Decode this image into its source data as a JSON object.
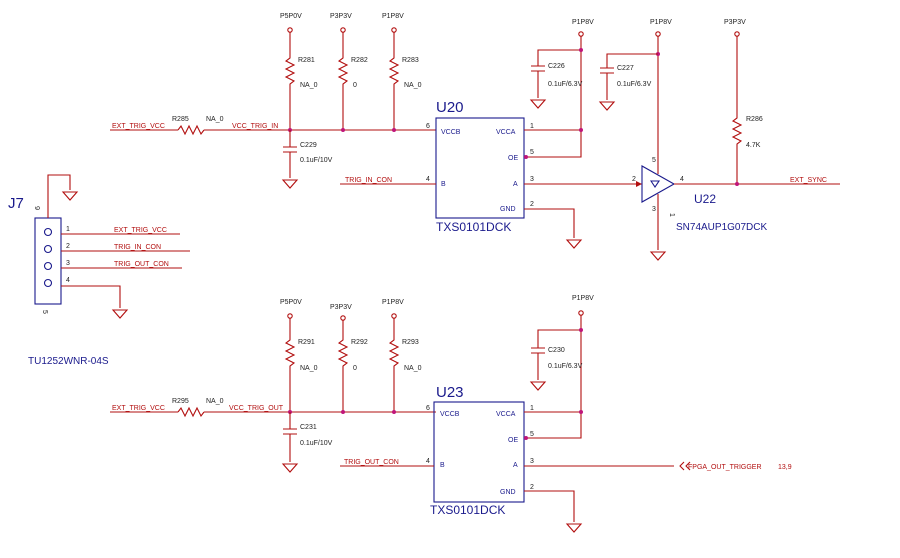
{
  "rails": {
    "p5p0v": "P5P0V",
    "p3p3v": "P3P3V",
    "p1p8v": "P1P8V"
  },
  "nets": {
    "ext_trig_vcc": "EXT_TRIG_VCC",
    "vcc_trig_in": "VCC_TRIG_IN",
    "vcc_trig_out": "VCC_TRIG_OUT",
    "trig_in_con": "TRIG_IN_CON",
    "trig_out_con": "TRIG_OUT_CON",
    "ext_sync": "EXT_SYNC",
    "fpga_out_trigger": "FPGA_OUT_TRIGGER",
    "fpga_page_ref": "13,9"
  },
  "resistors": {
    "r281": {
      "ref": "R281",
      "value": "NA_0"
    },
    "r282": {
      "ref": "R282",
      "value": "0"
    },
    "r283": {
      "ref": "R283",
      "value": "NA_0"
    },
    "r285": {
      "ref": "R285",
      "value": "NA_0"
    },
    "r286": {
      "ref": "R286",
      "value": "4.7K"
    },
    "r291": {
      "ref": "R291",
      "value": "NA_0"
    },
    "r292": {
      "ref": "R292",
      "value": "0"
    },
    "r293": {
      "ref": "R293",
      "value": "NA_0"
    },
    "r295": {
      "ref": "R295",
      "value": "NA_0"
    }
  },
  "capacitors": {
    "c226": {
      "ref": "C226",
      "value": "0.1uF/6.3V"
    },
    "c227": {
      "ref": "C227",
      "value": "0.1uF/6.3V"
    },
    "c229": {
      "ref": "C229",
      "value": "0.1uF/10V"
    },
    "c230": {
      "ref": "C230",
      "value": "0.1uF/6.3V"
    },
    "c231": {
      "ref": "C231",
      "value": "0.1uF/10V"
    }
  },
  "u20": {
    "ref": "U20",
    "part": "TXS0101DCK",
    "pins": {
      "vccb": "VCCB",
      "vcca": "VCCA",
      "oe": "OE",
      "b": "B",
      "a": "A",
      "gnd": "GND"
    },
    "pin_numbers": {
      "vccb": "6",
      "vcca": "1",
      "oe": "5",
      "b": "4",
      "a": "3",
      "gnd": "2"
    }
  },
  "u23": {
    "ref": "U23",
    "part": "TXS0101DCK",
    "pins": {
      "vccb": "VCCB",
      "vcca": "VCCA",
      "oe": "OE",
      "b": "B",
      "a": "A",
      "gnd": "GND"
    },
    "pin_numbers": {
      "vccb": "6",
      "vcca": "1",
      "oe": "5",
      "b": "4",
      "a": "3",
      "gnd": "2"
    }
  },
  "u22": {
    "ref": "U22",
    "part": "SN74AUP1G07DCK",
    "pin_numbers": {
      "vcc": "5",
      "in": "2",
      "out": "4",
      "gnd": "3",
      "nc": "1"
    }
  },
  "j7": {
    "ref": "J7",
    "part": "TU1252WNR-04S",
    "pin_numbers": {
      "p1": "1",
      "p2": "2",
      "p3": "3",
      "p4": "4",
      "p5": "5",
      "p6": "6"
    }
  },
  "colors": {
    "wire": "#b20f0f",
    "component": "#1a1a8c",
    "junction": "#c0157a"
  }
}
